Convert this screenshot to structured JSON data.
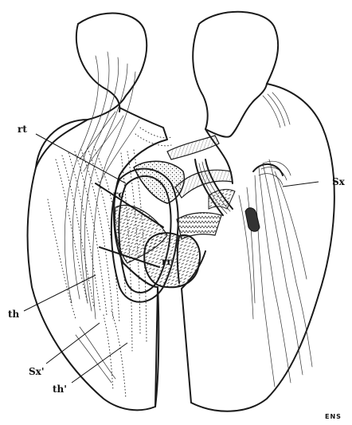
{
  "labels": {
    "rt": "rt",
    "rc": "rc",
    "rr": "rr",
    "sx_right": "Sx",
    "th": "th",
    "sx_prime": "Sx'",
    "th_prime": "th'",
    "signature": "ENS"
  }
}
